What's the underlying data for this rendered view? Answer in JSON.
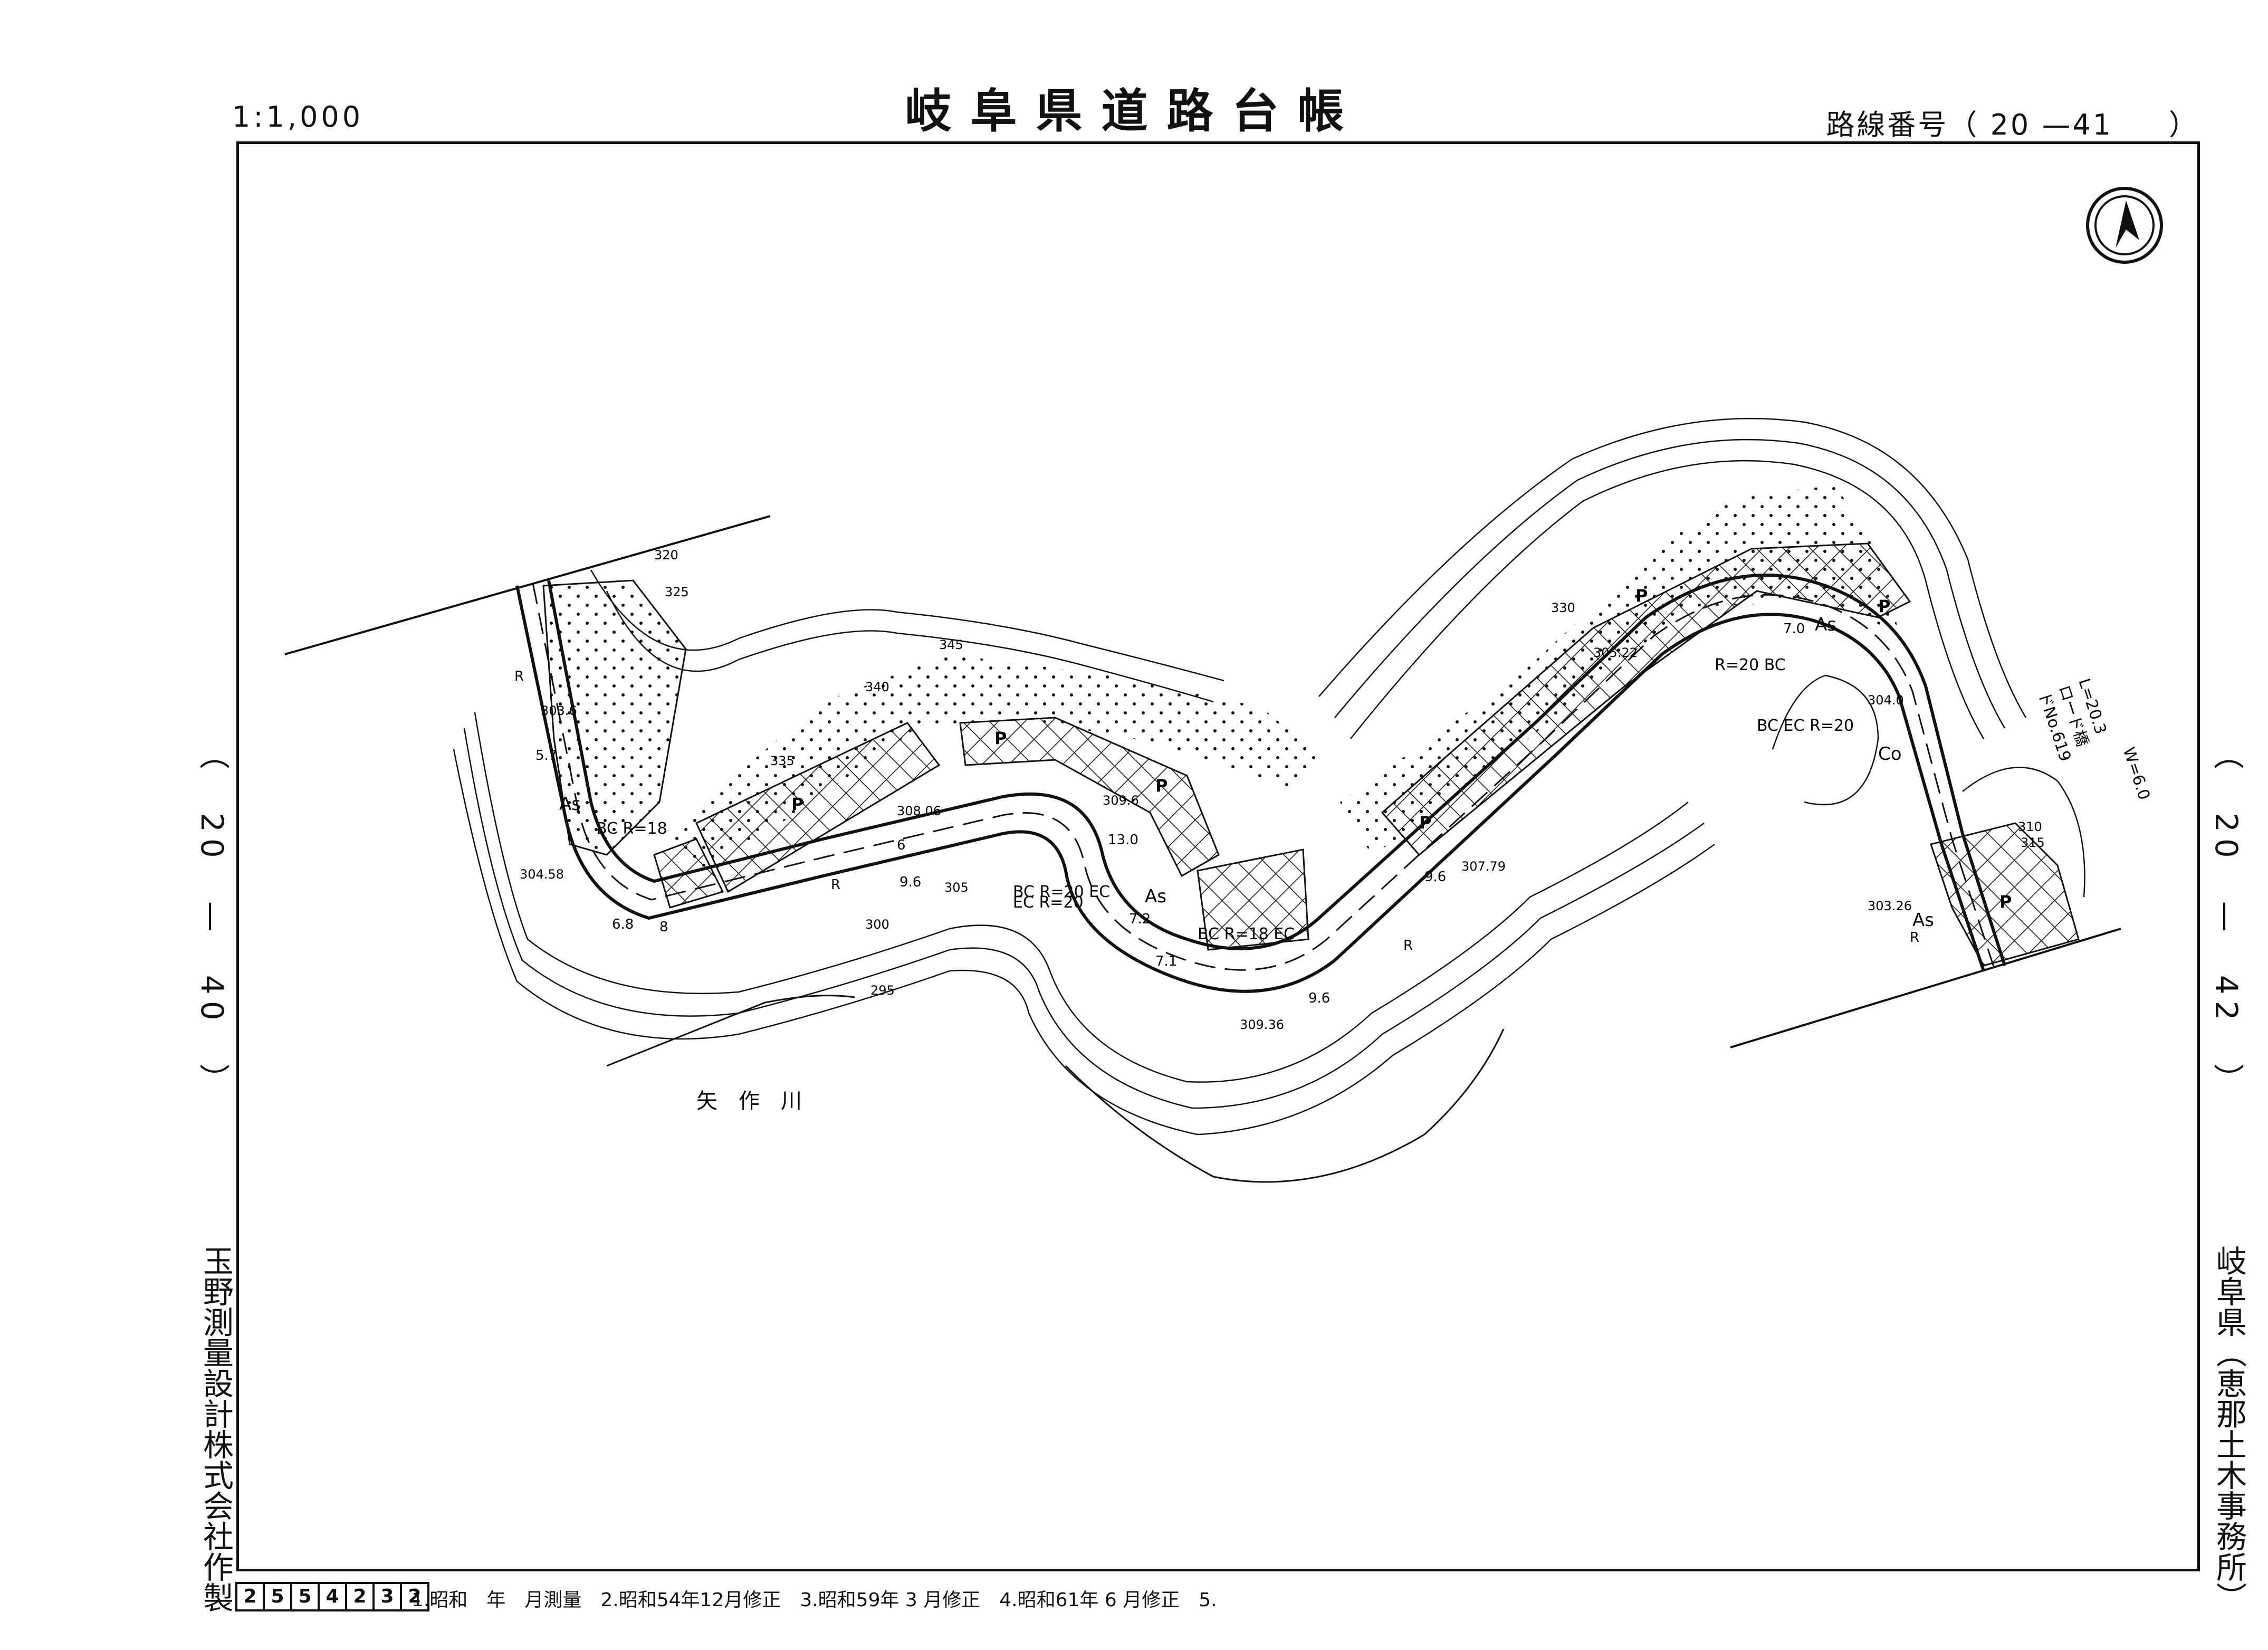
{
  "header": {
    "title": "岐阜県道路台帳",
    "scale": "1:1,000",
    "route_label": "路線番号（",
    "route_number": "20",
    "route_sheet": "—41",
    "route_close": "）"
  },
  "adjacent_sheets": {
    "left": "（　20　—　40　）",
    "right": "（　20　—　42　）"
  },
  "side_text": {
    "maker": "玉野測量設計株式会社作製",
    "office": "岐阜県（恵那土木事務所）"
  },
  "sheet_code": [
    "2",
    "5",
    "5",
    "4",
    "2",
    "3",
    "2"
  ],
  "footer": {
    "history": "1.昭和　年　月測量　2.昭和54年12月修正　3.昭和59年 3 月修正　4.昭和61年 6 月修正　5."
  },
  "map": {
    "river_name": "矢　作　川",
    "north_arrow": "north-arrow",
    "bridge_lines": [
      "L=20.3",
      "ロード橋",
      "ドNo.619",
      "W=6.0"
    ],
    "contours": [
      "295",
      "300",
      "305",
      "310",
      "315",
      "320",
      "325",
      "330",
      "335",
      "340",
      "345"
    ],
    "elevations": [
      "304.58",
      "303.6",
      "308.06",
      "309.6",
      "309.36",
      "307.79",
      "305.22",
      "304.0",
      "303.26"
    ],
    "curves": [
      "BC R=18",
      "BC R=20 EC",
      "EC R=20",
      "BC R=18 EC",
      "R=20 BC",
      "BC EC R=20"
    ],
    "surfaces": [
      "As",
      "As",
      "As",
      "As",
      "Co"
    ],
    "paving": [
      "P",
      "P",
      "P",
      "P",
      "P",
      "P",
      "P"
    ],
    "widths": [
      "5.7",
      "8",
      "6.8",
      "6",
      "9.6",
      "13.0",
      "7.2",
      "7.1",
      "9.6",
      "9.6",
      "7.0"
    ],
    "road_marks": [
      "R",
      "R",
      "R",
      "R"
    ]
  },
  "colors": {
    "ink": "#111111",
    "paper": "#ffffff"
  }
}
